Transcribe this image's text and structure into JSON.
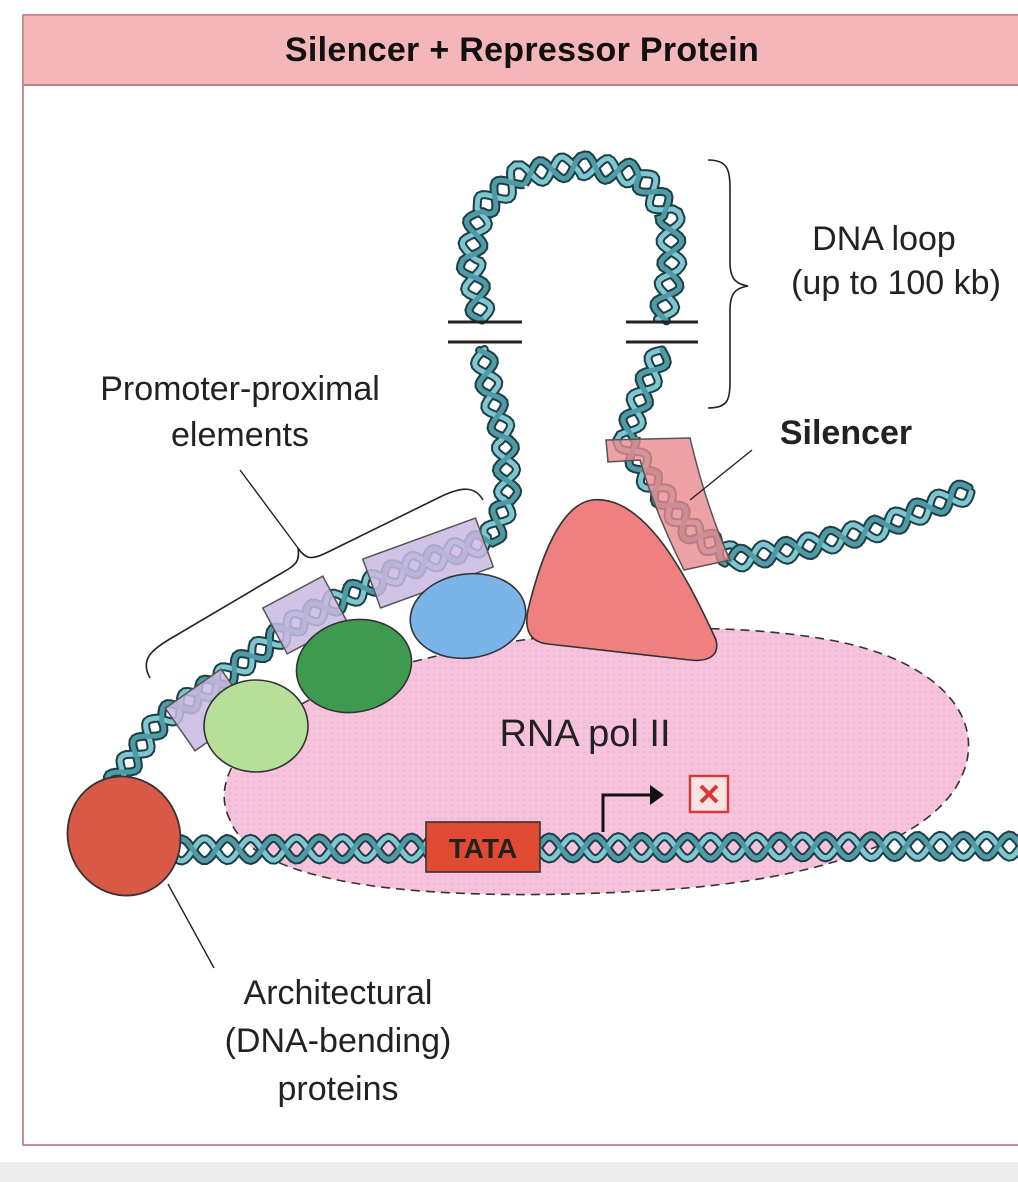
{
  "title": "Silencer + Repressor Protein",
  "labels": {
    "dna_loop_line1": "DNA loop",
    "dna_loop_line2": "(up to 100 kb)",
    "promoter_line1": "Promoter-proximal",
    "promoter_line2": "elements",
    "silencer": "Silencer",
    "rna_pol": "RNA pol II",
    "tata": "TATA",
    "architectural_line1": "Architectural",
    "architectural_line2": "(DNA-bending)",
    "architectural_line3": "proteins"
  },
  "colors": {
    "title_bg": "#f4b6b8",
    "dna_strand_dark": "#2f6e78",
    "dna_strand_light": "#7fc6d0",
    "silencer_block": "#e88a8e",
    "repressor_protein": "#f08080",
    "rna_pol_fill": "#f7c3dc",
    "tata_box": "#e04a32",
    "architectural_protein": "#d85a46",
    "promoter_block": "#c9b8e0",
    "blue_protein": "#7ab4e8",
    "green_dark_protein": "#3e9a4e",
    "green_light_protein": "#b6e09a",
    "blocked_marker": "#d43a3a"
  },
  "icons": {
    "transcription_start": "bent-arrow-icon",
    "transcription_blocked": "x-box-icon"
  }
}
